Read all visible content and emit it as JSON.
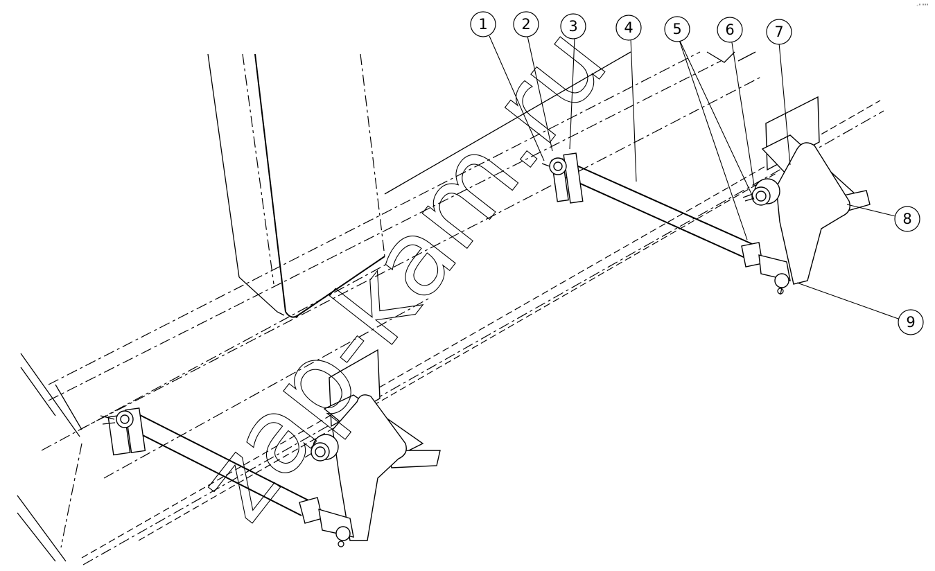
{
  "callouts": [
    {
      "number": "1"
    },
    {
      "number": "2"
    },
    {
      "number": "3"
    },
    {
      "number": "4"
    },
    {
      "number": "5"
    },
    {
      "number": "6"
    },
    {
      "number": "7"
    },
    {
      "number": "8"
    },
    {
      "number": "9"
    }
  ],
  "watermark": {
    "text": "zap-kam.ru"
  },
  "corner_mark": "◦° °°°"
}
